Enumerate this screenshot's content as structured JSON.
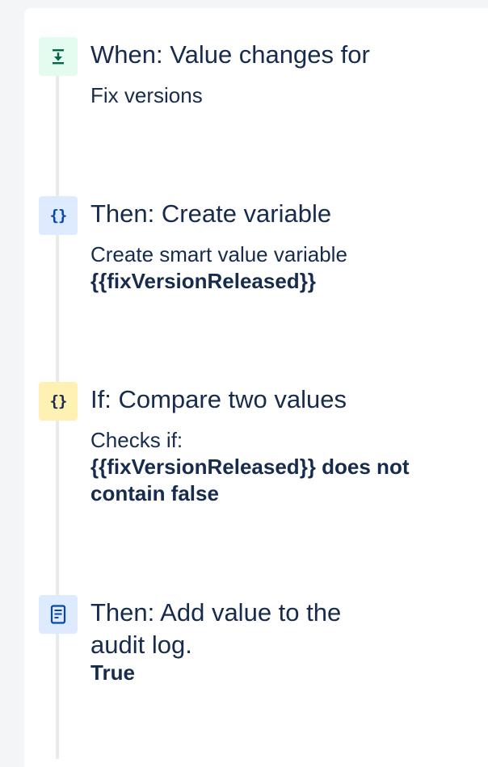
{
  "steps": [
    {
      "type": "trigger",
      "icon": "download-arrow-icon",
      "title": "When: Value changes for",
      "detail": "Fix versions"
    },
    {
      "type": "action",
      "icon": "braces-icon",
      "title": "Then: Create variable",
      "detail": "Create smart value variable",
      "detail_bold": "{{fixVersionReleased}}"
    },
    {
      "type": "condition",
      "icon": "braces-icon",
      "title": "If: Compare two values",
      "detail": "Checks if:",
      "detail_bold": "{{fixVersionReleased}} does not contain false"
    },
    {
      "type": "action",
      "icon": "document-icon",
      "title": "Then: Add value to the audit log.",
      "detail_bold": "True"
    }
  ],
  "colors": {
    "trigger_bg": "#e3fcef",
    "trigger_fg": "#006644",
    "action_bg": "#deebff",
    "action_fg": "#0747a6",
    "condition_bg": "#fff0b3",
    "text": "#172b4d"
  }
}
